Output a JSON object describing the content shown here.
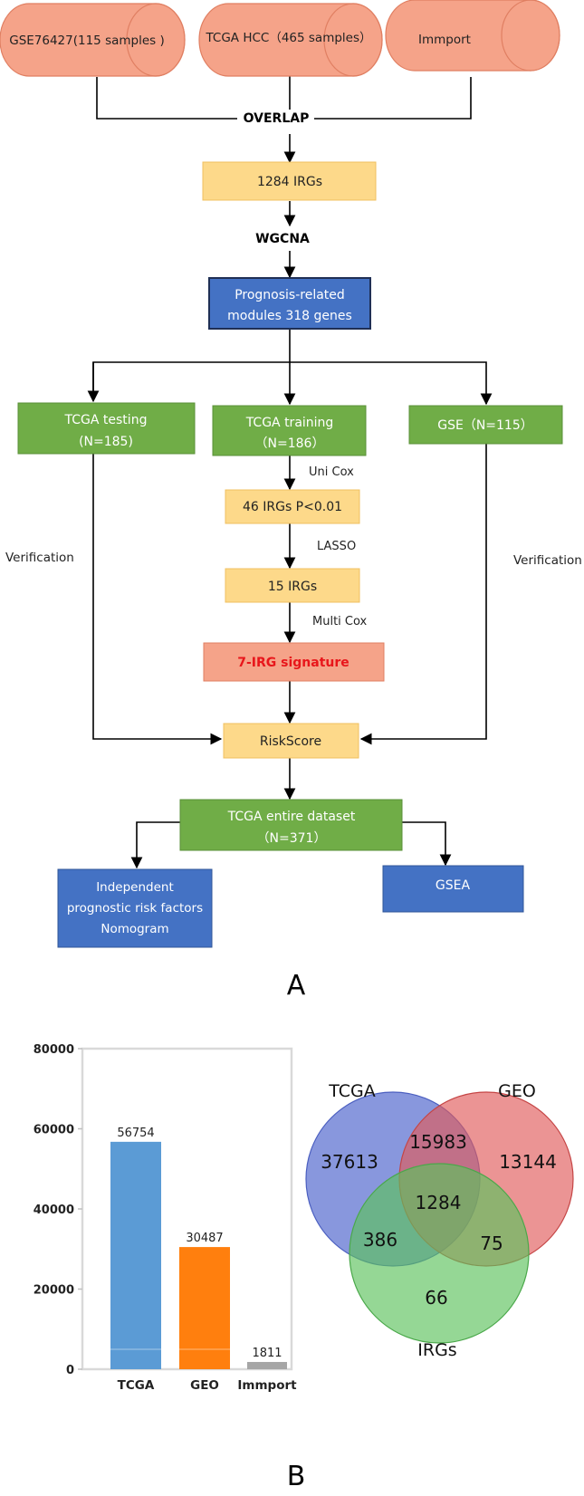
{
  "flowchart": {
    "sources": [
      {
        "label": "GSE76427(115 samples )"
      },
      {
        "label": "TCGA HCC（465 samples）"
      },
      {
        "label": "Immport"
      }
    ],
    "overlap_label": "OVERLAP",
    "irgs_1284": "1284 IRGs",
    "wgcna_label": "WGCNA",
    "modules": {
      "line1": "Prognosis-related",
      "line2": "modules 318 genes"
    },
    "testing": {
      "line1": "TCGA testing",
      "line2": "(N=185)"
    },
    "training": {
      "line1": "TCGA training",
      "line2": "（N=186）"
    },
    "gse": {
      "label": "GSE（N=115）"
    },
    "uni_cox": "Uni Cox",
    "irgs_46": "46 IRGs P<0.01",
    "lasso": "LASSO",
    "irgs_15": "15 IRGs",
    "multi_cox": "Multi Cox",
    "signature": "7-IRG signature",
    "verification_left": "Verification",
    "verification_right": "Verification",
    "riskscore": "RiskScore",
    "entire": {
      "line1": "TCGA entire dataset",
      "line2": "（N=371）"
    },
    "independent": {
      "line1": "Independent",
      "line2": "prognostic risk factors",
      "line3": "Nomogram"
    },
    "gsea": "GSEA",
    "panel_label": "A"
  },
  "chart_data": {
    "type": "bar",
    "categories": [
      "TCGA",
      "GEO",
      "Immport"
    ],
    "values": [
      56754,
      30487,
      1811
    ],
    "value_labels": [
      "56754",
      "30487",
      "1811"
    ],
    "ylim": [
      0,
      80000
    ],
    "yticks": [
      "0",
      "20000",
      "40000",
      "60000",
      "80000"
    ],
    "colors": [
      "#5b9bd5",
      "#ff7f0e",
      "#a6a6a6"
    ]
  },
  "venn": {
    "sets": [
      {
        "name": "TCGA",
        "color": "#5a6fd0"
      },
      {
        "name": "GEO",
        "color": "#e05a5a"
      },
      {
        "name": "IRGs",
        "color": "#5cc25c"
      }
    ],
    "regions": {
      "tcga_only": "37613",
      "geo_only": "13144",
      "irgs_only": "66",
      "tcga_geo": "15983",
      "tcga_irgs": "386",
      "geo_irgs": "75",
      "all": "1284"
    }
  },
  "panel_b_label": "B"
}
